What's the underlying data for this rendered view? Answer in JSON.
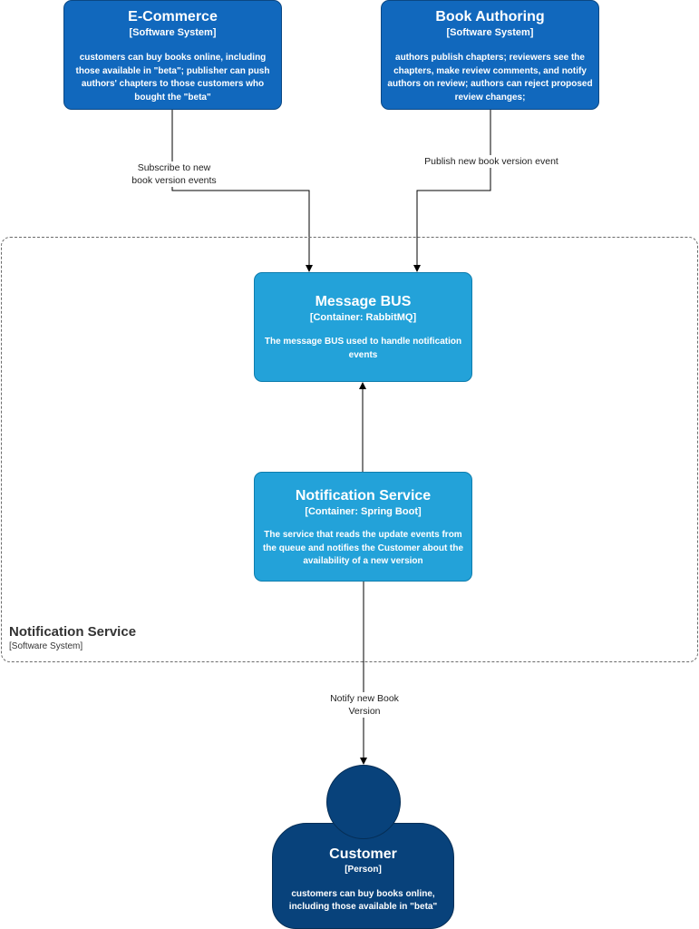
{
  "systems": {
    "ecommerce": {
      "name": "E-Commerce",
      "type": "[Software System]",
      "description": "customers can buy books online, including those available in \"beta\"; publisher can push authors' chapters to those customers who bought the \"beta\""
    },
    "authoring": {
      "name": "Book Authoring",
      "type": "[Software System]",
      "description": "authors publish chapters; reviewers see the chapters, make review comments, and notify authors on review; authors can reject proposed review changes;"
    }
  },
  "boundary": {
    "name": "Notification Service",
    "type": "[Software System]"
  },
  "containers": {
    "bus": {
      "name": "Message BUS",
      "type": "[Container: RabbitMQ]",
      "description": "The message BUS used to handle notification events"
    },
    "notification": {
      "name": "Notification Service",
      "type": "[Container: Spring Boot]",
      "description": "The service that reads the update events from the queue and notifies the Customer about the availability of a new version"
    }
  },
  "person": {
    "name": "Customer",
    "type": "[Person]",
    "description": "customers can buy books online, including those available in \"beta\""
  },
  "edges": {
    "subscribe": "Subscribe to new book version events",
    "publish": "Publish new book version event",
    "notify": "Notify new Book Version"
  },
  "colors": {
    "software_system": "#1168bd",
    "container": "#23a2d9",
    "person": "#08427b",
    "edge": "#000000"
  }
}
